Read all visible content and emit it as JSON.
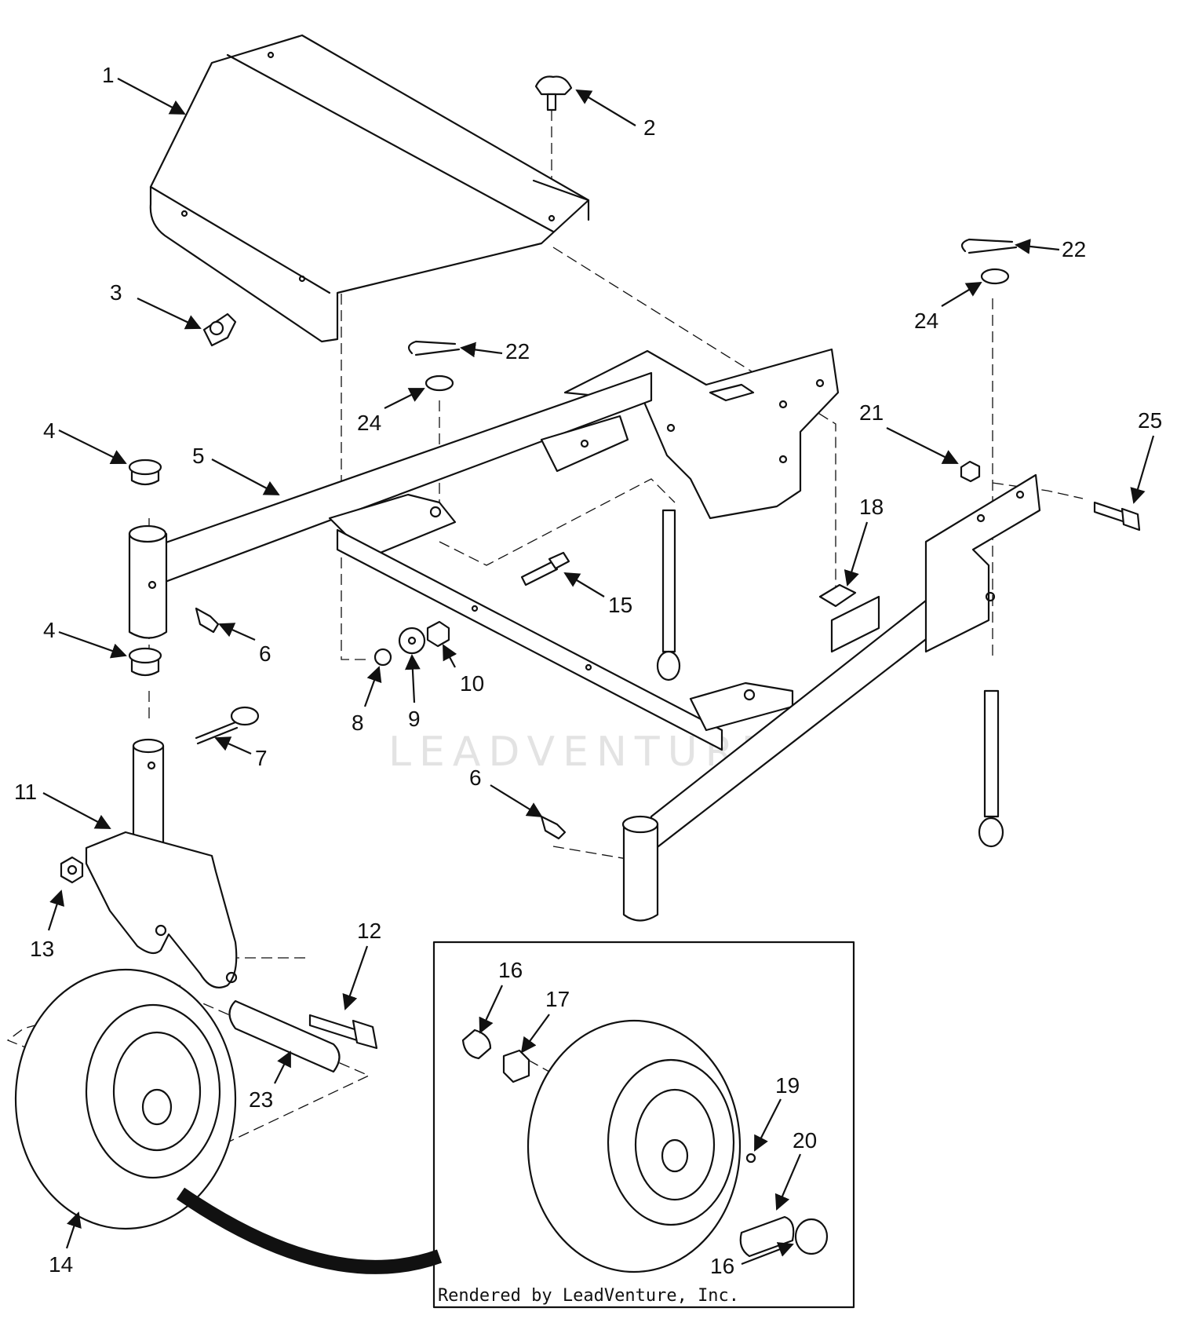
{
  "diagram": {
    "watermark": "LEADVENTURE",
    "credit": "Rendered by LeadVenture, Inc.",
    "callouts": [
      "1",
      "2",
      "3",
      "4",
      "5",
      "4",
      "6",
      "7",
      "8",
      "9",
      "10",
      "11",
      "12",
      "13",
      "14",
      "15",
      "6",
      "16",
      "17",
      "16",
      "18",
      "19",
      "20",
      "21",
      "22",
      "22",
      "23",
      "24",
      "24",
      "25"
    ]
  }
}
